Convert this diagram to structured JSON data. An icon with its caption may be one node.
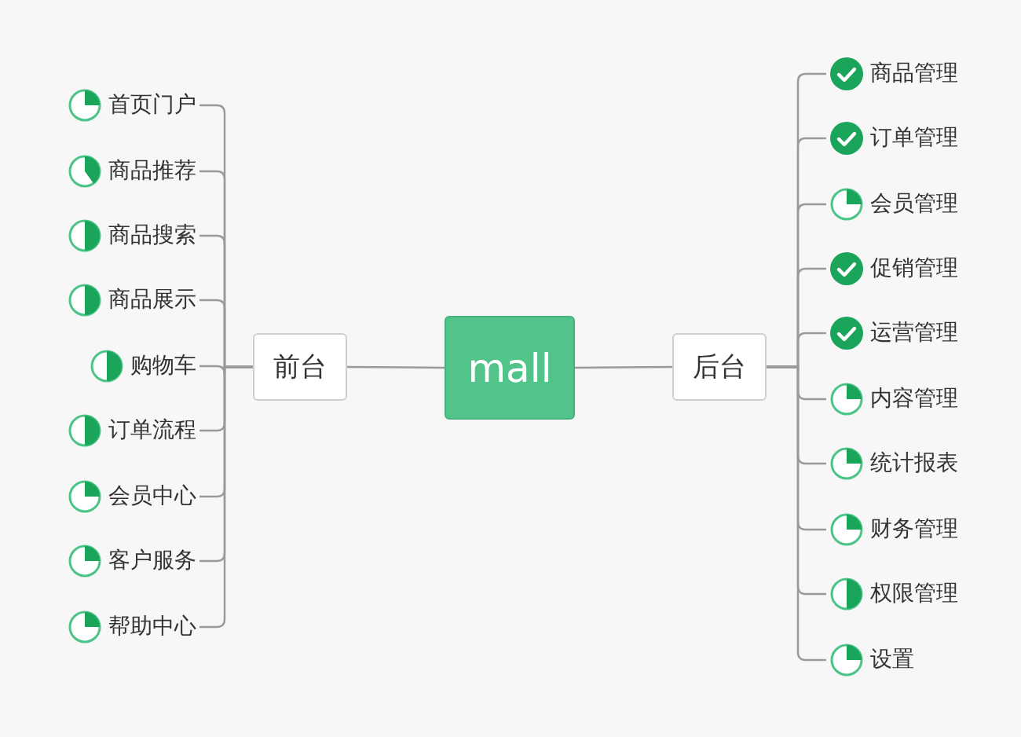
{
  "diagram": {
    "nodes": [
      {
        "text": [
          "mall"
        ]
      },
      {
        "text": [
          "前台"
        ]
      },
      {
        "text": [
          "后台"
        ]
      },
      {
        "text": [
          "首页门户"
        ]
      },
      {
        "text": [
          "商品推荐"
        ]
      },
      {
        "text": [
          "商品搜索"
        ]
      },
      {
        "text": [
          "商品展示"
        ]
      },
      {
        "text": [
          "购物车"
        ]
      },
      {
        "text": [
          "订单流程"
        ]
      },
      {
        "text": [
          "会员中心"
        ]
      },
      {
        "text": [
          "客户服务"
        ]
      },
      {
        "text": [
          "帮助中心"
        ]
      },
      {
        "text": [
          "商品管理"
        ]
      },
      {
        "text": [
          "订单管理"
        ]
      },
      {
        "text": [
          "会员管理"
        ]
      },
      {
        "text": [
          "促销管理"
        ]
      },
      {
        "text": [
          "运营管理"
        ]
      },
      {
        "text": [
          "内容管理"
        ]
      },
      {
        "text": [
          "统计报表"
        ]
      },
      {
        "text": [
          "财务管理"
        ]
      },
      {
        "text": [
          "权限管理"
        ]
      },
      {
        "text": [
          "设置"
        ]
      }
    ],
    "edges": [
      {
        "from": 0,
        "to": 1,
        "arrow": "none"
      },
      {
        "from": 0,
        "to": 2,
        "arrow": "none"
      },
      {
        "from": 1,
        "to": 3,
        "arrow": "none"
      },
      {
        "from": 1,
        "to": 4,
        "arrow": "none"
      },
      {
        "from": 1,
        "to": 5,
        "arrow": "none"
      },
      {
        "from": 1,
        "to": 6,
        "arrow": "none"
      },
      {
        "from": 1,
        "to": 7,
        "arrow": "none"
      },
      {
        "from": 1,
        "to": 8,
        "arrow": "none"
      },
      {
        "from": 1,
        "to": 9,
        "arrow": "none"
      },
      {
        "from": 1,
        "to": 10,
        "arrow": "none"
      },
      {
        "from": 1,
        "to": 11,
        "arrow": "none"
      },
      {
        "from": 2,
        "to": 12,
        "arrow": "none"
      },
      {
        "from": 2,
        "to": 13,
        "arrow": "none"
      },
      {
        "from": 2,
        "to": 14,
        "arrow": "none"
      },
      {
        "from": 2,
        "to": 15,
        "arrow": "none"
      },
      {
        "from": 2,
        "to": 16,
        "arrow": "none"
      },
      {
        "from": 2,
        "to": 17,
        "arrow": "none"
      },
      {
        "from": 2,
        "to": 18,
        "arrow": "none"
      },
      {
        "from": 2,
        "to": 19,
        "arrow": "none"
      },
      {
        "from": 2,
        "to": 20,
        "arrow": "none"
      },
      {
        "from": 2,
        "to": 21,
        "arrow": "none"
      }
    ]
  }
}
